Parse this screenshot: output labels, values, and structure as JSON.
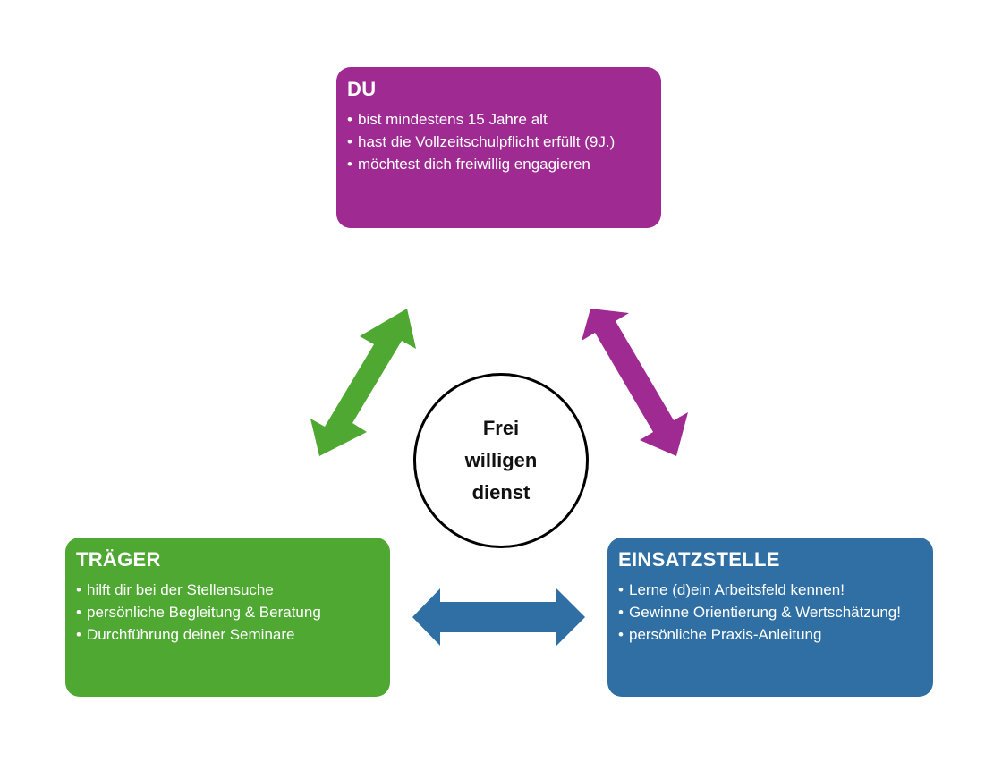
{
  "center": {
    "lines": [
      "Frei",
      "willigen",
      "dienst"
    ]
  },
  "boxes": {
    "du": {
      "title": "DU",
      "items": [
        "bist mindestens 15 Jahre alt",
        "hast die Vollzeitschulpflicht erfüllt (9J.)",
        "möchtest dich freiwillig engagieren"
      ],
      "color": "#9e2a92"
    },
    "traeger": {
      "title": "TRÄGER",
      "items": [
        "hilft dir bei der Stellensuche",
        "persönliche Begleitung & Beratung",
        "Durchführung deiner Seminare"
      ],
      "color": "#4ea832"
    },
    "einsatzstelle": {
      "title": "EINSATZSTELLE",
      "items": [
        "Lerne (d)ein Arbeitsfeld kennen!",
        "Gewinne Orientierung & Wertschätzung!",
        "persönliche Praxis-Anleitung"
      ],
      "color": "#2f6fa4"
    }
  },
  "arrows": {
    "du_traeger": {
      "color": "#4ea832",
      "icon": "double-arrow-icon"
    },
    "du_einsatzstelle": {
      "color": "#9e2a92",
      "icon": "double-arrow-icon"
    },
    "traeger_einsatzstelle": {
      "color": "#2f6fa4",
      "icon": "double-arrow-icon"
    }
  }
}
